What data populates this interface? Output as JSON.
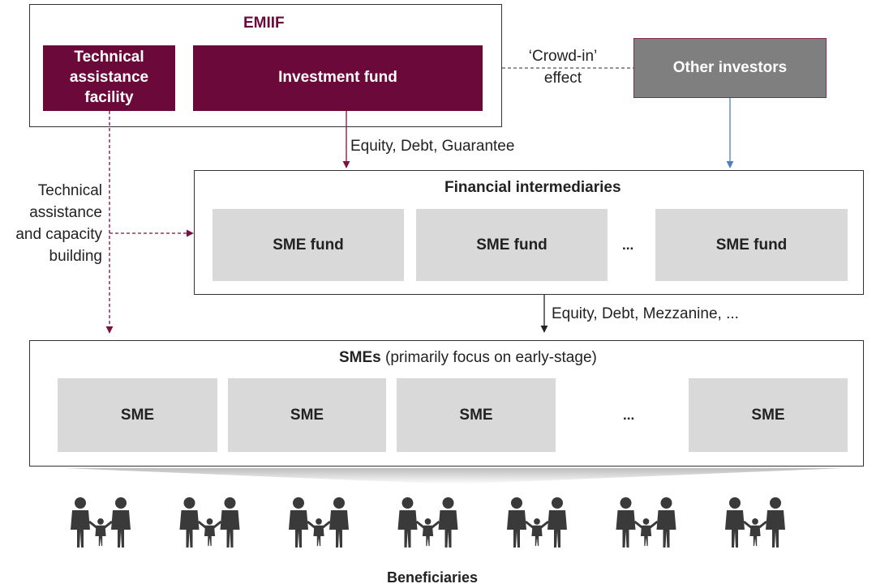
{
  "emiif": {
    "title": "EMIIF",
    "technical_facility": "Technical assistance facility",
    "investment_fund": "Investment fund"
  },
  "crowd_in": {
    "line1": "‘Crowd-in’",
    "line2": "effect"
  },
  "other_investors": "Other investors",
  "flow_labels": {
    "equity_debt_guarantee": "Equity, Debt, Guarantee",
    "equity_debt_mezzanine": "Equity, Debt, Mezzanine, ...",
    "technical_assistance": [
      "Technical",
      "assistance",
      "and capacity",
      "building"
    ]
  },
  "intermediaries": {
    "title": "Financial intermediaries",
    "funds": [
      "SME fund",
      "SME fund",
      "SME fund"
    ],
    "ellipsis": "..."
  },
  "smes": {
    "title_bold": "SMEs",
    "title_rest": " (primarily focus on early-stage)",
    "items": [
      "SME",
      "SME",
      "SME",
      "SME"
    ],
    "ellipsis": "..."
  },
  "beneficiaries": {
    "label": "Beneficiaries",
    "family_icon": "family-icon",
    "count": 7
  },
  "colors": {
    "maroon": "#6b0a3a",
    "grey": "#7f7f7f",
    "tile": "#d9d9d9",
    "blue_arrow": "#4f7fbf"
  }
}
